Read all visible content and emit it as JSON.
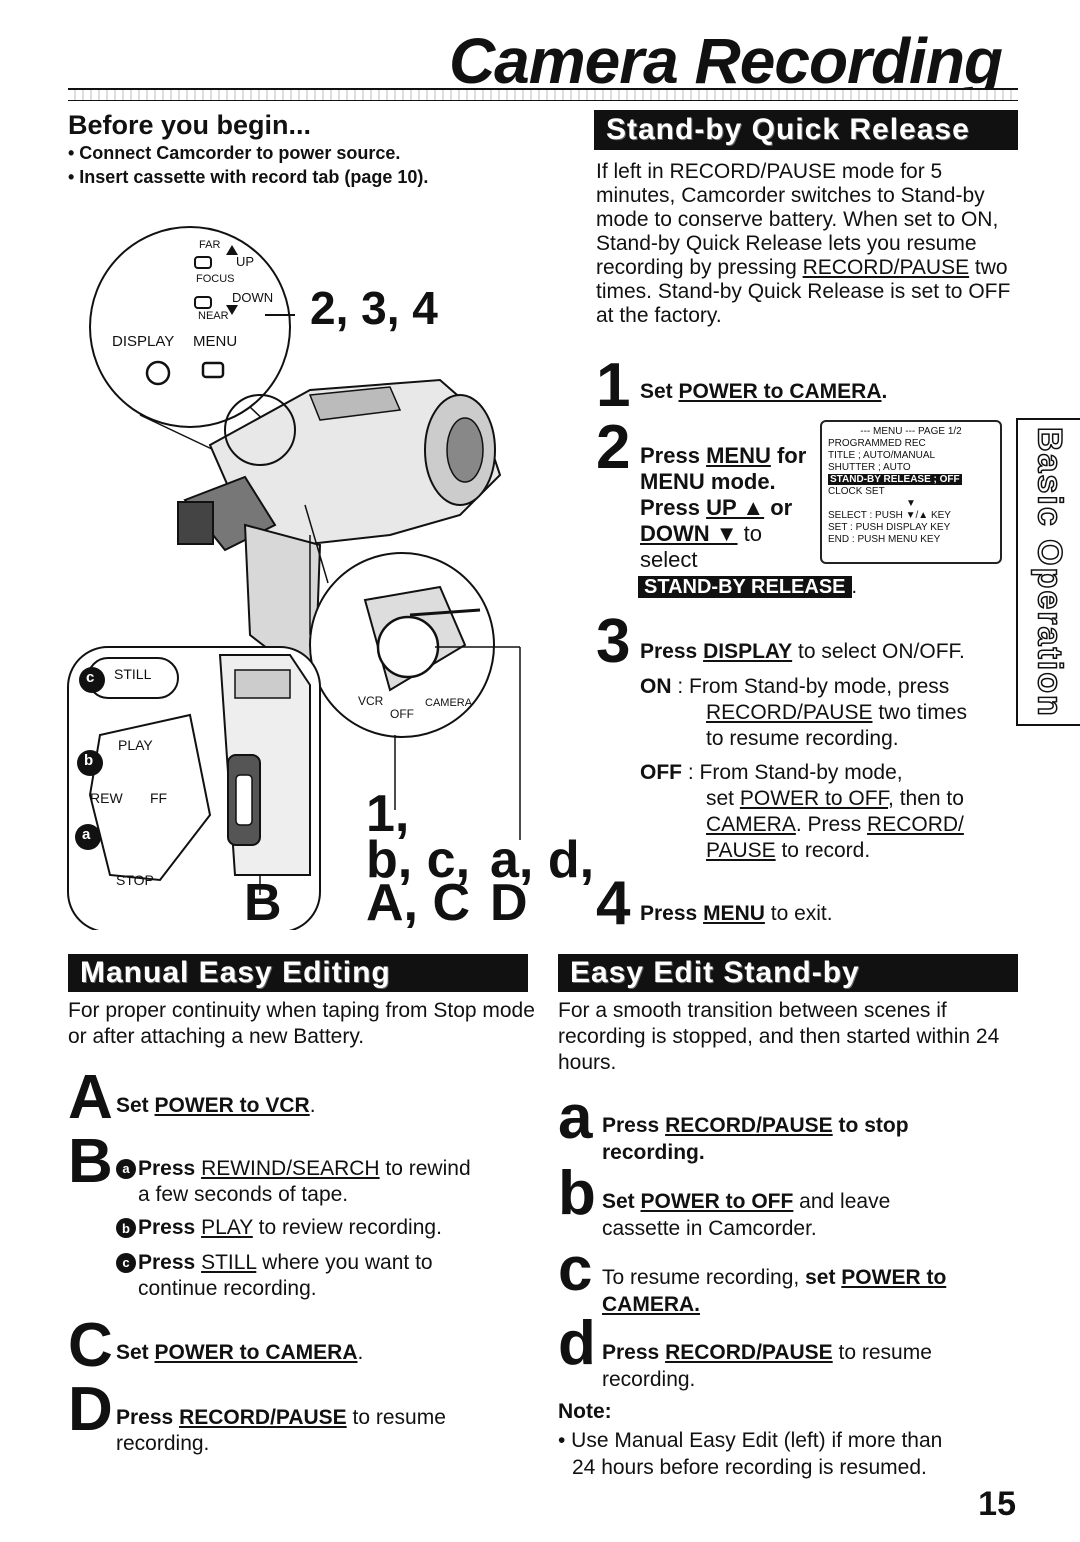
{
  "header": {
    "title": "Camera Recording"
  },
  "before": {
    "heading": "Before you begin...",
    "items": [
      "• Connect Camcorder to power source.",
      "• Insert cassette with record tab (page 10)."
    ]
  },
  "figure": {
    "labels": {
      "far": "FAR",
      "up": "UP",
      "focus": "FOCUS",
      "down": "DOWN",
      "near": "NEAR",
      "display": "DISPLAY",
      "menu": "MENU",
      "still": "STILL",
      "play": "PLAY",
      "rew": "REW",
      "ff": "FF",
      "stop": "STOP",
      "vcr": "VCR",
      "off": "OFF",
      "camera": "CAMERA",
      "c": "c",
      "b": "b",
      "a": "a"
    },
    "callouts": {
      "c234": "2, 3, 4",
      "c1": "1,",
      "cbc": "b, c,",
      "cad": "a, d,",
      "cB": "B",
      "cAC": "A, C",
      "cD": "D"
    }
  },
  "standby": {
    "banner": "Stand-by Quick Release",
    "intro_pre": "If left in RECORD/PAUSE mode for 5 minutes, Camcorder switches to Stand-by mode to conserve battery. When set to ON, Stand-by Quick Release lets you resume recording by pressing ",
    "intro_link": "RECORD/PAUSE",
    "intro_post": " two times. Stand-by Quick Release is set to OFF at the factory.",
    "s1_num": "1",
    "s1_pre": "Set ",
    "s1_link": "POWER to CAMERA",
    "s1_post": ".",
    "s2_num": "2",
    "s2_line1_pre": "Press ",
    "s2_line1_link": "MENU",
    "s2_line1_post": " for",
    "s2_line2": "MENU mode.",
    "s2_line3_pre": "Press ",
    "s2_line3_link": "UP ▲",
    "s2_line3_post": " or",
    "s2_line4_link": "DOWN ▼",
    "s2_line4_post": " to",
    "s2_line5": "select",
    "s2_highlight": "STAND-BY RELEASE",
    "s2_period": ".",
    "menu_screen": {
      "header": "--- MENU --- PAGE 1/2",
      "rows": [
        "PROGRAMMED REC",
        "TITLE          ; AUTO/MANUAL",
        "SHUTTER        ; AUTO",
        "STAND-BY RELEASE ; OFF",
        "CLOCK SET",
        "▼",
        "SELECT : PUSH ▼/▲ KEY",
        "SET    : PUSH DISPLAY KEY",
        "END    : PUSH MENU KEY"
      ]
    },
    "s3_num": "3",
    "s3_pre": "Press ",
    "s3_link": "DISPLAY",
    "s3_post": " to select ON/OFF.",
    "on_label": "ON",
    "on_sep": " : ",
    "on_text1": "From Stand-by mode, press",
    "on_link": "RECORD/PAUSE",
    "on_text2": " two times",
    "on_text3": "to resume recording.",
    "off_label": "OFF",
    "off_sep": " : ",
    "off_text1": "From Stand-by mode,",
    "off_text2_pre": "set ",
    "off_link1": "POWER to OFF",
    "off_text2_post": ", then to",
    "off_link2": "CAMERA",
    "off_text3": ". Press ",
    "off_link3": "RECORD/",
    "off_link4": "PAUSE",
    "off_text4": " to record.",
    "s4_num": "4",
    "s4_pre": "Press ",
    "s4_link": "MENU",
    "s4_post": " to exit."
  },
  "sidetab": {
    "label": "Basic Operation"
  },
  "manual": {
    "banner": "Manual Easy Editing",
    "intro": "For proper continuity when taping from Stop mode or after attaching a new Battery.",
    "A_letter": "A",
    "A_pre": "Set ",
    "A_link": "POWER to VCR",
    "A_post": ".",
    "B_letter": "B",
    "Ba_badge": "a",
    "Ba_pre": "Press ",
    "Ba_link": "REWIND/SEARCH",
    "Ba_post": " to rewind",
    "Ba_line2": "a few seconds of tape.",
    "Bb_badge": "b",
    "Bb_pre": "Press ",
    "Bb_link": "PLAY",
    "Bb_post": " to review recording.",
    "Bc_badge": "c",
    "Bc_pre": "Press ",
    "Bc_link": "STILL",
    "Bc_post": " where you want to",
    "Bc_line2": "continue recording.",
    "C_letter": "C",
    "C_pre": "Set ",
    "C_link": "POWER to CAMERA",
    "C_post": ".",
    "D_letter": "D",
    "D_pre": "Press ",
    "D_link": "RECORD/PAUSE",
    "D_post": " to resume",
    "D_line2": "recording."
  },
  "easy": {
    "banner": "Easy Edit Stand-by",
    "intro": "For a smooth transition between scenes if recording is stopped, and then started within 24 hours.",
    "a_letter": "a",
    "a_pre": "Press ",
    "a_link": "RECORD/PAUSE",
    "a_post": " to stop",
    "a_line2": "recording.",
    "b_letter": "b",
    "b_pre": "Set ",
    "b_link": "POWER to OFF",
    "b_post": " and leave",
    "b_line2": "cassette in Camcorder.",
    "c_letter": "c",
    "c_pre": "To resume recording, ",
    "c_bold": "set ",
    "c_link": "POWER to",
    "c_line2": "CAMERA.",
    "d_letter": "d",
    "d_pre": "Press ",
    "d_link": "RECORD/PAUSE",
    "d_post": " to resume",
    "d_line2": "recording.",
    "note_heading": "Note:",
    "note_line1": "• Use Manual Easy Edit (left) if more than",
    "note_line2": "24 hours before recording is resumed."
  },
  "footer": {
    "page": "15"
  }
}
